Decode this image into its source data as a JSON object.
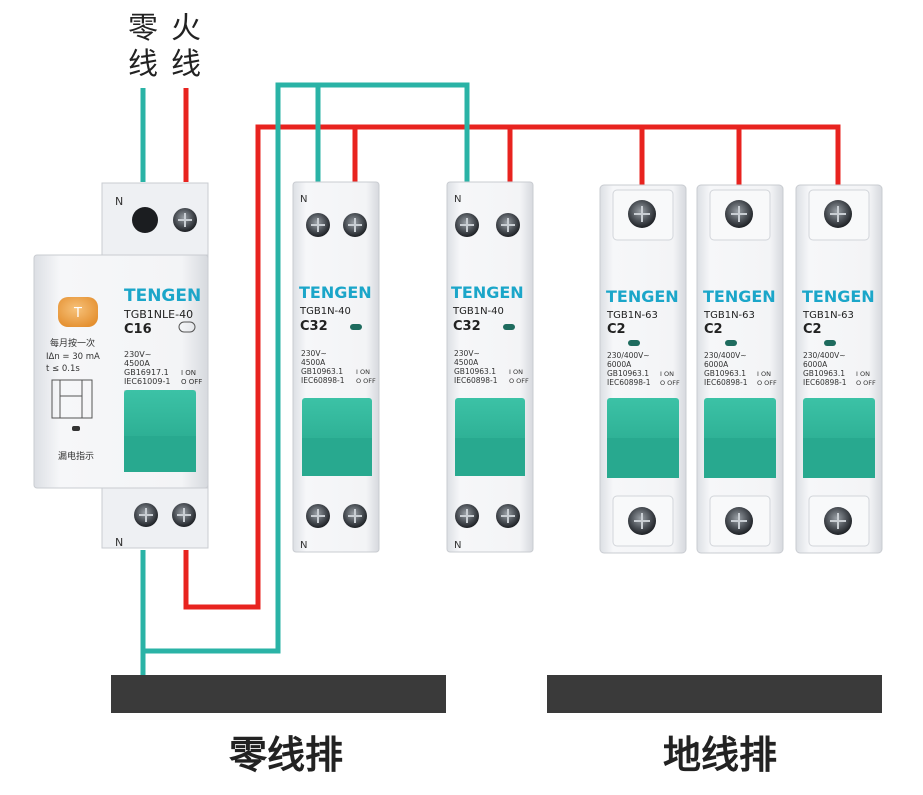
{
  "top_labels": {
    "neutral": "零\n线",
    "live": "火\n线",
    "neutral_top": "零",
    "neutral_bottom": "线",
    "live_top": "火",
    "live_bottom": "线"
  },
  "bars": {
    "neutral_bar": "零线排",
    "ground_bar": "地线排"
  },
  "colors": {
    "neutral_wire": "#2ab3a6",
    "live_wire": "#e8231f",
    "bar": "#3a3a3a",
    "handle": "#2fb79b",
    "brand": "#1ba6c9",
    "test_button": "#f0a347"
  },
  "rcbo": {
    "brand": "TENGEN",
    "model": "TGB1NLE-40",
    "rating": "C16",
    "test_note": "每月按一次",
    "sensitivity": "IΔn = 30 mA",
    "trip_time": "t  ≤ 0.1s",
    "specs": [
      "230V~",
      "4500A",
      "GB16917.1",
      "IEC61009-1"
    ],
    "on_label": "I ON",
    "off_label": "O OFF",
    "leak_indicator": "漏电指示",
    "n_top": "N",
    "n_bottom": "N"
  },
  "mcb_2p": [
    {
      "brand": "TENGEN",
      "model": "TGB1N-40",
      "rating": "C32",
      "specs": [
        "230V~",
        "4500A",
        "GB10963.1",
        "IEC60898-1"
      ],
      "n_top": "N",
      "n_bottom": "N",
      "on_label": "I ON",
      "off_label": "O OFF"
    },
    {
      "brand": "TENGEN",
      "model": "TGB1N-40",
      "rating": "C32",
      "specs": [
        "230V~",
        "4500A",
        "GB10963.1",
        "IEC60898-1"
      ],
      "n_top": "N",
      "n_bottom": "N",
      "on_label": "I ON",
      "off_label": "O OFF"
    }
  ],
  "mcb_1p": [
    {
      "brand": "TENGEN",
      "model": "TGB1N-63",
      "rating": "C2",
      "specs": [
        "230/400V~",
        "6000A",
        "GB10963.1",
        "IEC60898-1"
      ],
      "on_label": "I ON",
      "off_label": "O OFF"
    },
    {
      "brand": "TENGEN",
      "model": "TGB1N-63",
      "rating": "C2",
      "specs": [
        "230/400V~",
        "6000A",
        "GB10963.1",
        "IEC60898-1"
      ],
      "on_label": "I ON",
      "off_label": "O OFF"
    },
    {
      "brand": "TENGEN",
      "model": "TGB1N-63",
      "rating": "C2",
      "specs": [
        "230/400V~",
        "6000A",
        "GB10963.1",
        "IEC60898-1"
      ],
      "on_label": "I ON",
      "off_label": "O OFF"
    }
  ]
}
